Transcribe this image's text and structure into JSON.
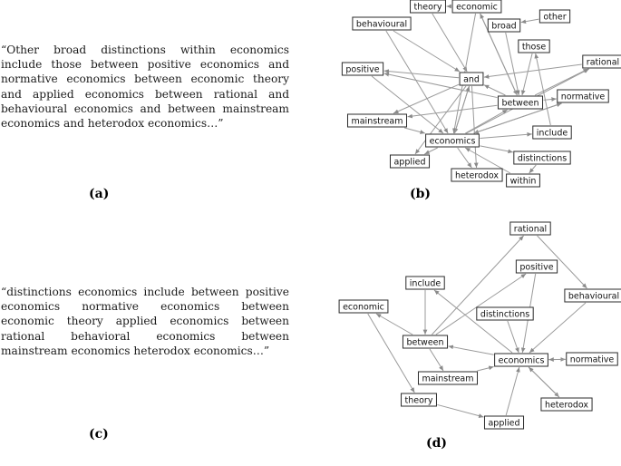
{
  "panel_a": {
    "text": "“Other broad distinctions within economics include those between positive economics and normative economics between economic theory and applied economics between rational and behavioural economics and between mainstream economics and heterodox economics…”",
    "caption": "(a)"
  },
  "panel_b": {
    "caption": "(b)",
    "nodes": [
      {
        "id": "theory",
        "label": "theory"
      },
      {
        "id": "economic",
        "label": "economic"
      },
      {
        "id": "behavioural",
        "label": "behavioural"
      },
      {
        "id": "broad",
        "label": "broad"
      },
      {
        "id": "other",
        "label": "other"
      },
      {
        "id": "those",
        "label": "those"
      },
      {
        "id": "positive",
        "label": "positive"
      },
      {
        "id": "and",
        "label": "and"
      },
      {
        "id": "rational",
        "label": "rational"
      },
      {
        "id": "normative",
        "label": "normative"
      },
      {
        "id": "between",
        "label": "between"
      },
      {
        "id": "mainstream",
        "label": "mainstream"
      },
      {
        "id": "include",
        "label": "include"
      },
      {
        "id": "economics",
        "label": "economics"
      },
      {
        "id": "distinctions",
        "label": "distinctions"
      },
      {
        "id": "applied",
        "label": "applied"
      },
      {
        "id": "heterodox",
        "label": "heterodox"
      },
      {
        "id": "within",
        "label": "within"
      }
    ],
    "edges": [
      [
        "economic",
        "theory"
      ],
      [
        "other",
        "broad"
      ],
      [
        "broad",
        "between"
      ],
      [
        "theory",
        "and"
      ],
      [
        "economic",
        "between"
      ],
      [
        "economic",
        "economics"
      ],
      [
        "behavioural",
        "and"
      ],
      [
        "behavioural",
        "economics"
      ],
      [
        "those",
        "between"
      ],
      [
        "and",
        "positive"
      ],
      [
        "and",
        "economics"
      ],
      [
        "and",
        "applied"
      ],
      [
        "and",
        "heterodox"
      ],
      [
        "and",
        "mainstream"
      ],
      [
        "rational",
        "and"
      ],
      [
        "between",
        "and"
      ],
      [
        "between",
        "positive"
      ],
      [
        "between",
        "normative"
      ],
      [
        "between",
        "rational"
      ],
      [
        "between",
        "mainstream"
      ],
      [
        "between",
        "economic"
      ],
      [
        "normative",
        "economics"
      ],
      [
        "mainstream",
        "economics"
      ],
      [
        "positive",
        "economics"
      ],
      [
        "economics",
        "and"
      ],
      [
        "economics",
        "include"
      ],
      [
        "economics",
        "distinctions"
      ],
      [
        "economics",
        "between"
      ],
      [
        "include",
        "those"
      ],
      [
        "distinctions",
        "within"
      ],
      [
        "within",
        "economics"
      ],
      [
        "economics",
        "applied"
      ],
      [
        "economics",
        "heterodox"
      ],
      [
        "economics",
        "rational"
      ],
      [
        "economics",
        "normative"
      ]
    ]
  },
  "panel_c": {
    "text": "“distinctions economics include between positive economics normative economics between economic theory applied economics between rational behavioral economics between mainstream economics heterodox economics…”",
    "caption": "(c)"
  },
  "panel_d": {
    "caption": "(d)",
    "nodes": [
      {
        "id": "rational",
        "label": "rational"
      },
      {
        "id": "positive",
        "label": "positive"
      },
      {
        "id": "include",
        "label": "include"
      },
      {
        "id": "behavioural",
        "label": "behavioural"
      },
      {
        "id": "economic",
        "label": "economic"
      },
      {
        "id": "distinctions",
        "label": "distinctions"
      },
      {
        "id": "between",
        "label": "between"
      },
      {
        "id": "economics",
        "label": "economics"
      },
      {
        "id": "normative",
        "label": "normative"
      },
      {
        "id": "mainstream",
        "label": "mainstream"
      },
      {
        "id": "heterodox",
        "label": "heterodox"
      },
      {
        "id": "theory",
        "label": "theory"
      },
      {
        "id": "applied",
        "label": "applied"
      }
    ],
    "edges": [
      [
        "between",
        "rational"
      ],
      [
        "rational",
        "behavioural"
      ],
      [
        "behavioural",
        "economics"
      ],
      [
        "between",
        "positive"
      ],
      [
        "positive",
        "economics"
      ],
      [
        "include",
        "between"
      ],
      [
        "economics",
        "include"
      ],
      [
        "between",
        "economic"
      ],
      [
        "economic",
        "theory"
      ],
      [
        "theory",
        "applied"
      ],
      [
        "applied",
        "economics"
      ],
      [
        "distinctions",
        "economics"
      ],
      [
        "economics",
        "between"
      ],
      [
        "between",
        "mainstream"
      ],
      [
        "mainstream",
        "economics"
      ],
      [
        "economics",
        "normative"
      ],
      [
        "normative",
        "economics"
      ],
      [
        "economics",
        "heterodox"
      ],
      [
        "heterodox",
        "economics"
      ]
    ]
  }
}
